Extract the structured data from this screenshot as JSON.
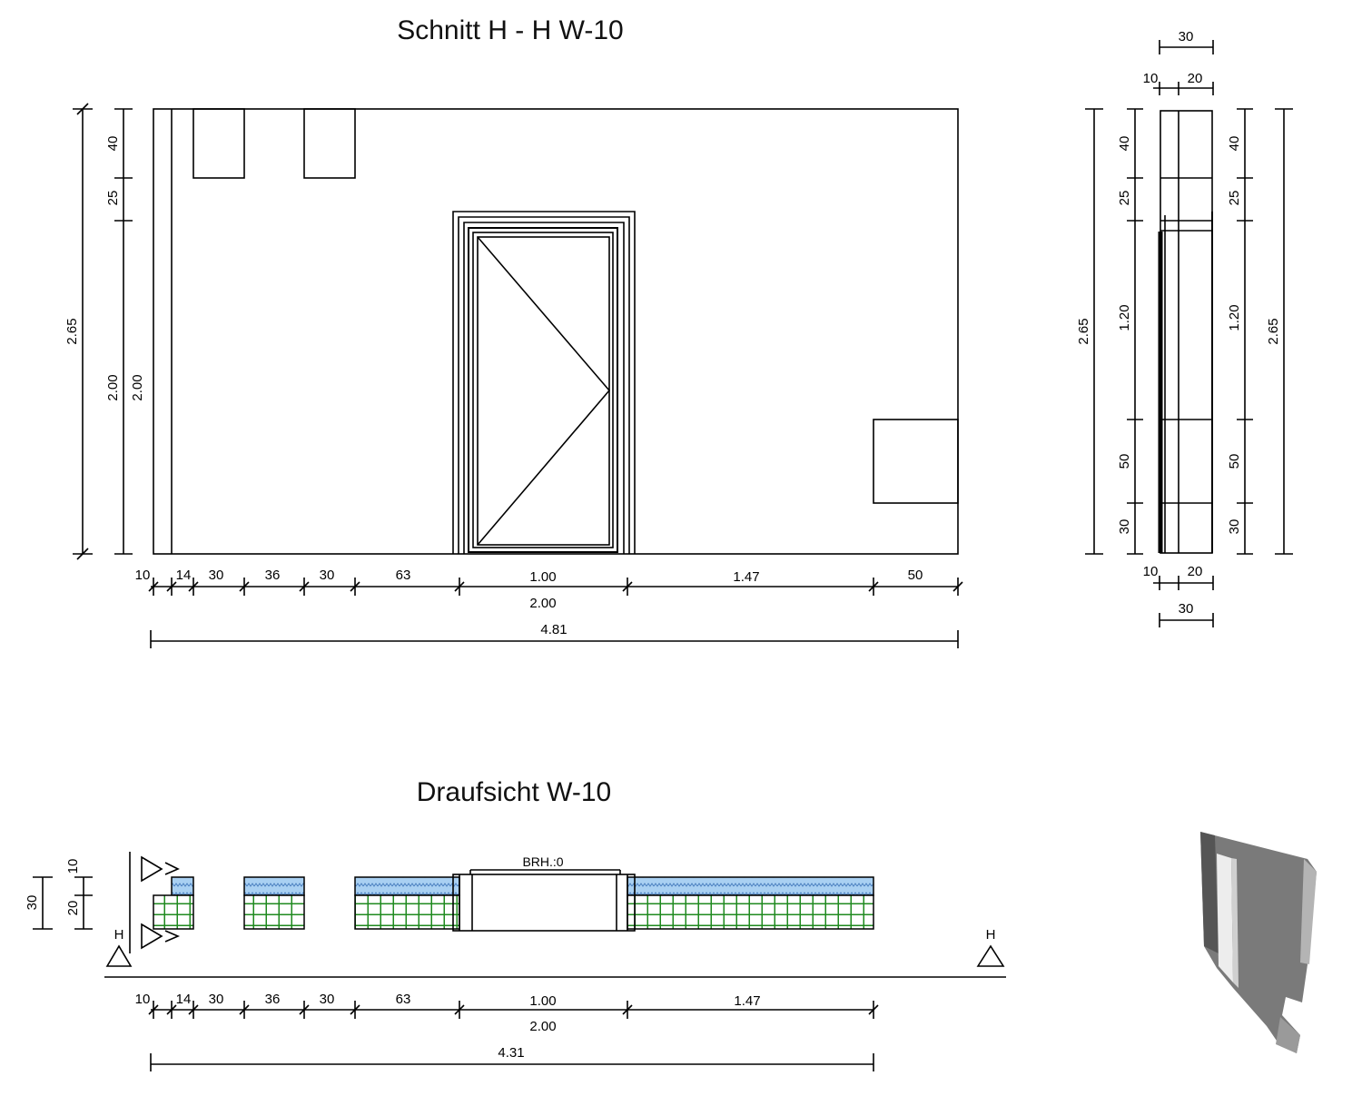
{
  "section": {
    "title": "Schnitt H - H W-10",
    "left_dims": {
      "total": "2.65",
      "inner": "2.00",
      "inner2": "2.00",
      "top": "40",
      "second": "25"
    },
    "bottom_dims": [
      "10",
      "14",
      "30",
      "36",
      "30",
      "63",
      "1.00",
      "1.47",
      "50"
    ],
    "sum_dims": {
      "opening": "2.00",
      "total": "4.81"
    }
  },
  "side": {
    "top_total": "30",
    "top_a": "10",
    "top_b": "20",
    "left_total": "2.65",
    "left_segments": [
      "40",
      "25",
      "1.20",
      "50",
      "30"
    ],
    "right_segments": [
      "40",
      "25",
      "1.20",
      "50",
      "30"
    ],
    "right_total": "2.65",
    "bottom_a": "10",
    "bottom_b": "20",
    "bottom_total": "30"
  },
  "plan": {
    "title": "Draufsicht W-10",
    "left_dims": {
      "total": "30",
      "top": "10",
      "bottom": "20"
    },
    "marker_left": "H",
    "marker_right": "H",
    "label_brh": "BRH.:0",
    "bottom_dims": [
      "10",
      "14",
      "30",
      "36",
      "30",
      "63",
      "1.00",
      "1.47"
    ],
    "sum_dims": {
      "opening": "2.00",
      "total": "4.31"
    }
  },
  "colors": {
    "insulation": "#a9d0f2",
    "hatch_green": "#1f8a1f",
    "line": "#000000"
  }
}
